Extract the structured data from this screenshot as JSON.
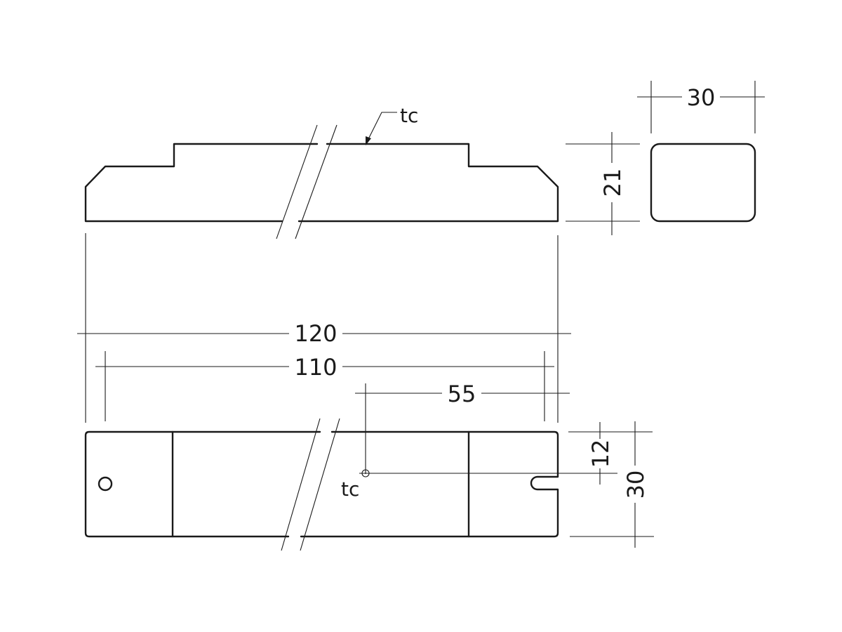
{
  "labels": {
    "tc_top": "tc",
    "tc_bottom": "tc"
  },
  "dimensions": {
    "width_end": "30",
    "height_end": "21",
    "overall_length": "120",
    "hole_spacing": "110",
    "tc_offset": "55",
    "tc_from_top": "12",
    "width_bottom": "30"
  }
}
